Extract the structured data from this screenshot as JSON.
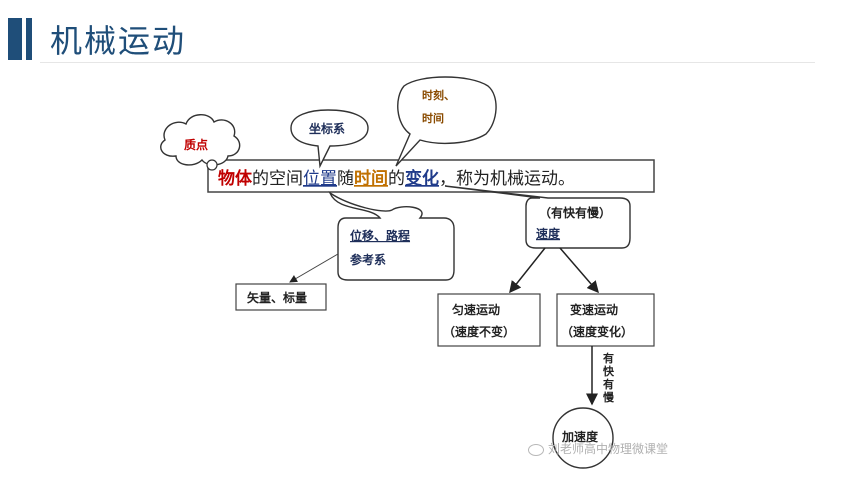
{
  "page": {
    "title": "机械运动"
  },
  "diagram": {
    "main_sentence": {
      "wuti": "物体",
      "de1": "的",
      "kongjian": "空间",
      "weizhi": "位置",
      "sui": "随",
      "shijian": "时间",
      "de2": "的",
      "bianhua": "变化",
      "rest": "，称为机械运动。"
    },
    "bubbles": {
      "zhidian": "质点",
      "zuobiaoxi": "坐标系",
      "shike_line1": "时刻、",
      "shike_line2": "时间",
      "weiyi_line1": "位移、路程",
      "weiyi_line2": "参考系",
      "kuaiman": "（有快有慢）",
      "sudu": "速度",
      "jiasudu": "加速度"
    },
    "boxes": {
      "shiliang": "矢量、标量",
      "yunsu_line1": "匀速运动",
      "yunsu_line2": "（速度不变）",
      "biansu_line1": "变速运动",
      "biansu_line2": "（速度变化）"
    },
    "arrow_label": [
      "有",
      "快",
      "有",
      "慢"
    ]
  },
  "watermark": "刘老师高中物理微课堂"
}
